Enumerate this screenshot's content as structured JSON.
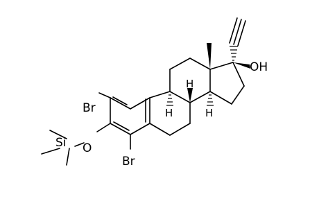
{
  "molecule": {
    "atom_labels": {
      "br_top": "Br",
      "br_bottom": "Br",
      "si": "Si",
      "o_ether": "O",
      "oh": "OH",
      "h_c9": "H",
      "h_c8": "H",
      "h_c14": "H"
    },
    "colors": {
      "ink": "#000000",
      "background": "#ffffff"
    }
  }
}
